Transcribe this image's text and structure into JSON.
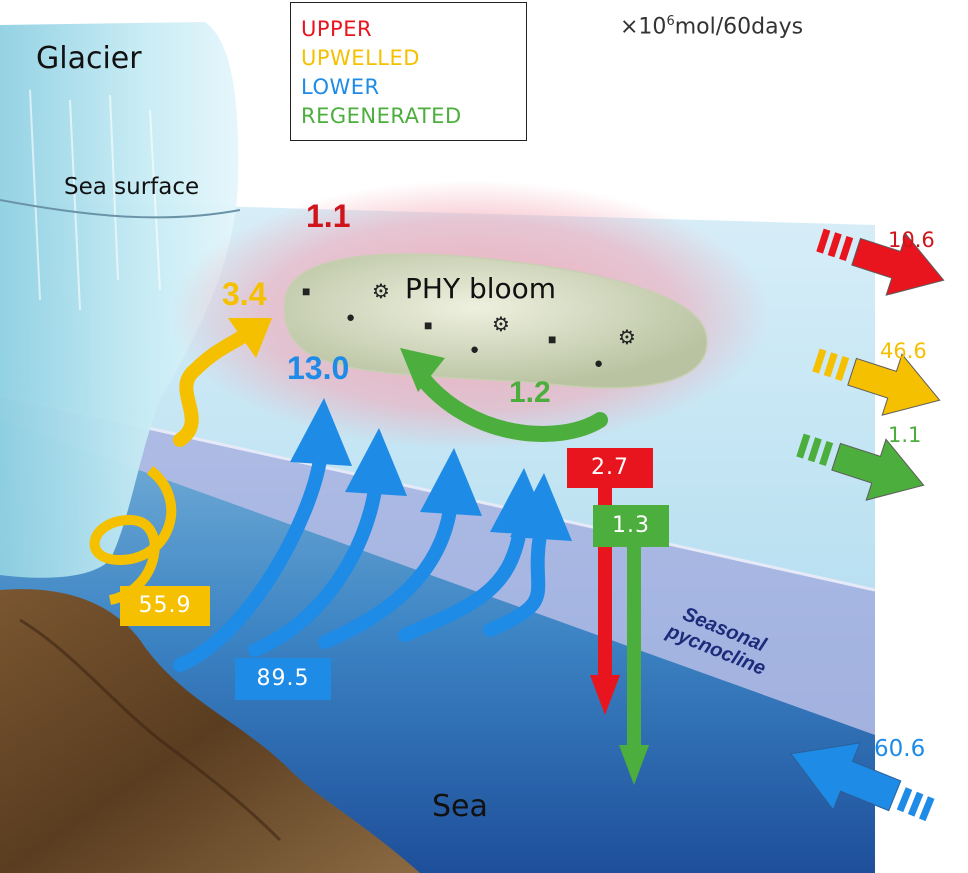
{
  "legend": {
    "upper": {
      "label": "UPPER",
      "color": "#e8141e"
    },
    "upwelled": {
      "label": "UPWELLED",
      "color": "#f5c000"
    },
    "lower": {
      "label": "LOWER",
      "color": "#1e8be6"
    },
    "regenerated": {
      "label": "REGENERATED",
      "color": "#4cae3c"
    }
  },
  "unit": {
    "prefix": "×10",
    "exponent": "6",
    "suffix": "mol/60days"
  },
  "labels": {
    "glacier": "Glacier",
    "sea_surface": "Sea surface",
    "phy_bloom": "PHY bloom",
    "sea": "Sea",
    "pycnocline_line1": "Seasonal",
    "pycnocline_line2": "pycnocline"
  },
  "fluxes": {
    "upper_in_bloom": "1.1",
    "upwelled_to_bloom": "3.4",
    "lower_to_bloom": "13.0",
    "regenerated_recycle": "1.2",
    "upper_export_out": "10.6",
    "upwelled_export_out": "46.6",
    "regenerated_export_out": "1.1",
    "upper_sinking": "2.7",
    "regenerated_sinking": "1.3",
    "upwelled_glacier_input": "55.9",
    "lower_upward_deep": "89.5",
    "lower_inflow_deep": "60.6"
  },
  "icons": [
    "square-particle-icon",
    "gear-particle-icon",
    "sphere-particle-icon"
  ]
}
